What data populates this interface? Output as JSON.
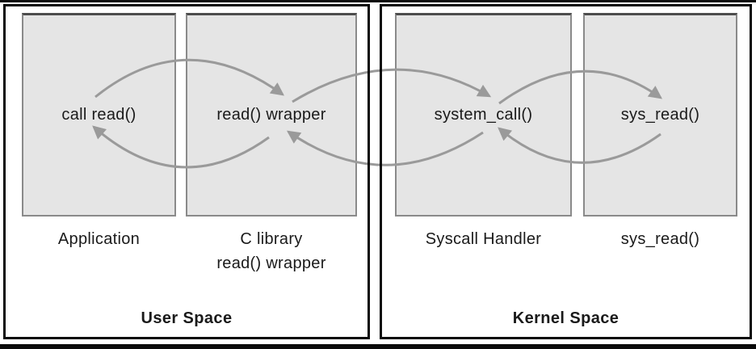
{
  "colors": {
    "background": "#ffffff",
    "box_fill": "#e5e5e5",
    "box_border": "#8a8a8a",
    "box_border_top": "#4d4d4d",
    "outer_border": "#0a0a0a",
    "arrow": "#9a9a9a",
    "text": "#1a1a1a"
  },
  "user_space": {
    "title": "User Space",
    "application": {
      "label": "call read()",
      "caption": "Application"
    },
    "c_library": {
      "label": "read() wrapper",
      "caption_line1": "C library",
      "caption_line2": "read() wrapper"
    }
  },
  "kernel_space": {
    "title": "Kernel Space",
    "syscall_handler": {
      "label": "system_call()",
      "caption": "Syscall Handler"
    },
    "sys_read": {
      "label": "sys_read()",
      "caption": "sys_read()"
    }
  },
  "arrows": {
    "forward_flow": [
      "call read()",
      "read() wrapper",
      "system_call()",
      "sys_read()"
    ],
    "return_flow": [
      "sys_read()",
      "system_call()",
      "read() wrapper",
      "call read()"
    ]
  }
}
